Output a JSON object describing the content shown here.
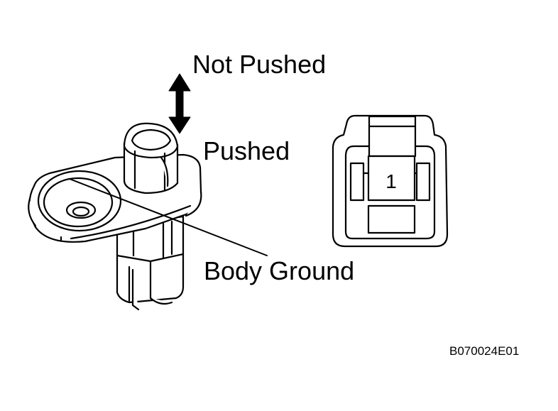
{
  "labels": {
    "not_pushed": "Not Pushed",
    "pushed": "Pushed",
    "body_ground": "Body Ground",
    "figure_code": "B070024E01"
  },
  "connector": {
    "terminal_number": "1"
  }
}
